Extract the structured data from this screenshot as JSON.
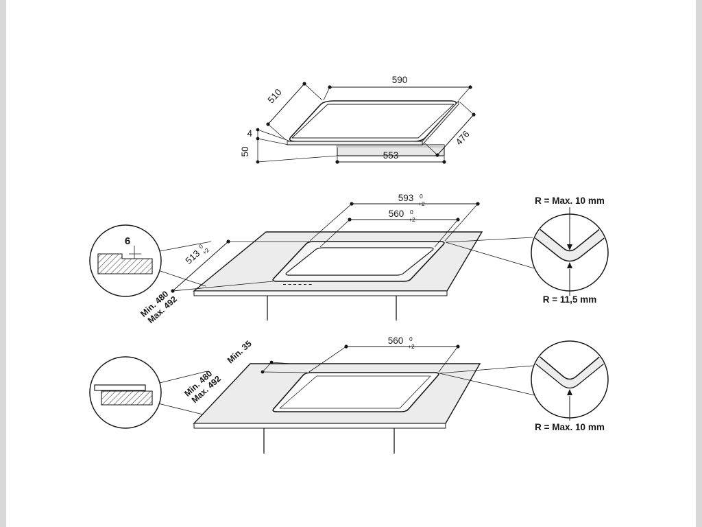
{
  "top_view": {
    "width": "590",
    "depth": "510",
    "side": "476",
    "base_width": "553",
    "glass_thickness": "4",
    "height": "50"
  },
  "middle": {
    "outer_width": "593",
    "outer_tol_top": "0",
    "outer_tol_bottom": "+2",
    "inner_width": "560",
    "inner_tol_top": "0",
    "inner_tol_bottom": "+2",
    "depth": "513",
    "depth_tol_top": "0",
    "depth_tol_bottom": "+2",
    "min_depth": "Min. 480",
    "max_depth": "Max. 492",
    "step_depth": "6",
    "radius_outer": "R = Max. 10 mm",
    "radius_inner": "R = 11,5 mm"
  },
  "bottom": {
    "width": "560",
    "width_tol_top": "0",
    "width_tol_bottom": "+2",
    "front_clearance": "Min. 35",
    "min_depth": "Min. 480",
    "max_depth": "Max. 492",
    "radius": "R = Max. 10 mm"
  }
}
